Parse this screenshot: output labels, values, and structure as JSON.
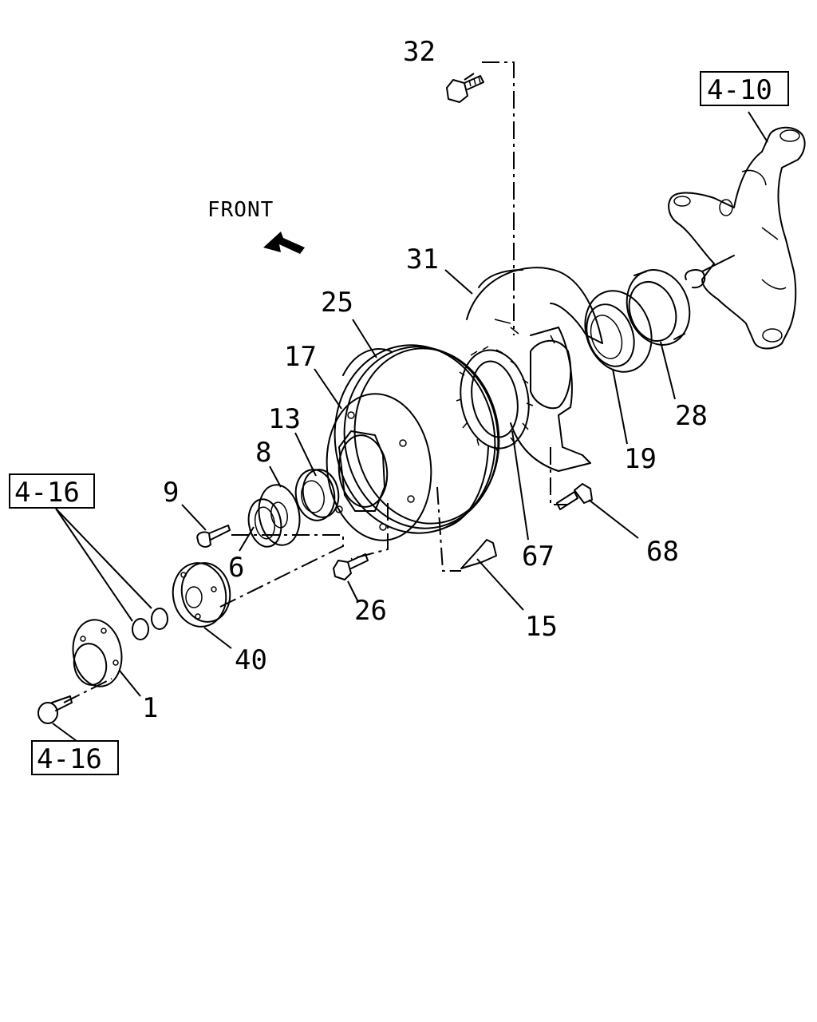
{
  "front_label": "FRONT",
  "refs": {
    "r410": "4-10",
    "r416a": "4-16",
    "r416b": "4-16"
  },
  "parts": {
    "p32": "32",
    "p31": "31",
    "p25": "25",
    "p17": "17",
    "p13": "13",
    "p8": "8",
    "p9": "9",
    "p6": "6",
    "p26": "26",
    "p40": "40",
    "p1": "1",
    "p15": "15",
    "p67": "67",
    "p68": "68",
    "p19": "19",
    "p28": "28"
  }
}
